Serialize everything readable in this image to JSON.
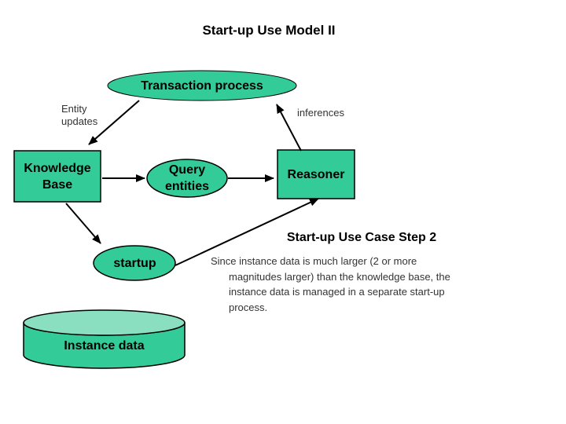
{
  "slide": {
    "title": "Start-up Use Model II",
    "section_heading": "Start-up Use Case Step 2",
    "body_lines": [
      "Since instance data is much larger (2 or more",
      "magnitudes larger) than the knowledge base, the",
      "instance data is managed in a separate start-up",
      "process."
    ]
  },
  "nodes": {
    "transaction_process": "Transaction process",
    "knowledge_base": "Knowledge\nBase",
    "query_entities": "Query\nentities",
    "reasoner": "Reasoner",
    "startup": "startup",
    "instance_data": "Instance data"
  },
  "edge_labels": {
    "entity_updates": "Entity\nupdates",
    "inferences": "inferences"
  },
  "colors": {
    "shape_fill": "#33cc99",
    "cylinder_top_fill": "#8adfc0",
    "outline": "#000000",
    "background": "#ffffff"
  }
}
